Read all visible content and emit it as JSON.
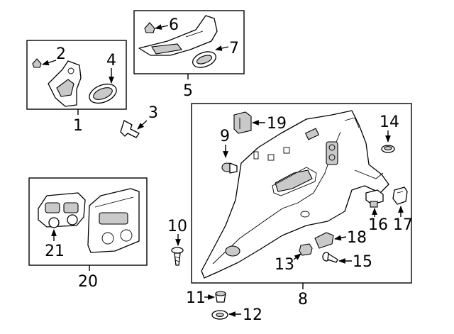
{
  "callouts": {
    "c1": "1",
    "c2": "2",
    "c3": "3",
    "c4": "4",
    "c5": "5",
    "c6": "6",
    "c7": "7",
    "c8": "8",
    "c9": "9",
    "c10": "10",
    "c11": "11",
    "c12": "12",
    "c13": "13",
    "c14": "14",
    "c15": "15",
    "c16": "16",
    "c17": "17",
    "c18": "18",
    "c19": "19",
    "c20": "20",
    "c21": "21"
  },
  "colors": {
    "line": "#000000",
    "background": "#ffffff",
    "part_shade": "#c9c9c9"
  },
  "icons": [
    "clip-icon",
    "bracket-icon",
    "grommet-icon",
    "pin-icon",
    "shield-icon",
    "trim-panel-icon",
    "push-pin-icon",
    "screw-icon",
    "switch-panel-icon",
    "bezel-icon",
    "nut-icon",
    "washer-icon",
    "retainer-icon",
    "cover-icon"
  ]
}
